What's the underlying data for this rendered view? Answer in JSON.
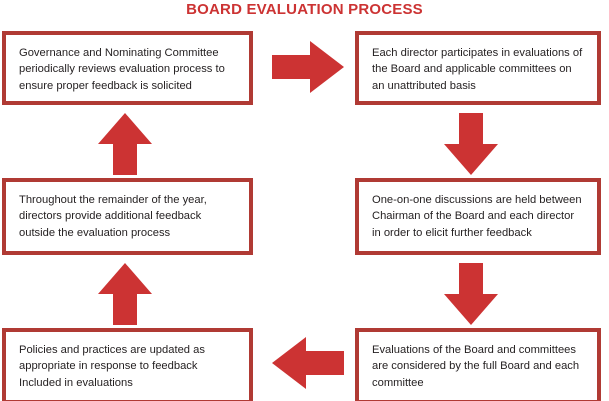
{
  "page": {
    "title": "BOARD EVALUATION PROCESS",
    "title_color": "#cc3333",
    "accent_color": "#b03a34",
    "arrow_color": "#cc3333",
    "background": "#ffffff",
    "text_color": "#231f20"
  },
  "boxes": [
    {
      "id": "governance-committee-review",
      "position": "top-left",
      "text": "Governance and Nominating Committee periodically reviews evaluation process to ensure proper feedback is solicited"
    },
    {
      "id": "director-participation",
      "position": "top-right",
      "text": "Each director participates in evaluations of the Board and applicable committees on an unattributed basis"
    },
    {
      "id": "ongoing-feedback",
      "position": "middle-left",
      "text": "Throughout the remainder of the year, directors provide additional feedback outside the evaluation process"
    },
    {
      "id": "one-on-one-discussions",
      "position": "middle-right",
      "text": "One-on-one discussions are held between Chairman of the Board and each director in order to elicit further feedback"
    },
    {
      "id": "policies-updated",
      "position": "bottom-left",
      "text": "Policies and practices are updated as appropriate in response to feedback Included in evaluations"
    },
    {
      "id": "board-consideration",
      "position": "bottom-right",
      "text": "Evaluations of the Board and committees are considered by the full Board and each committee"
    }
  ],
  "arrows": [
    {
      "id": "arrow-top-right",
      "direction": "right",
      "from": "governance-committee-review",
      "to": "director-participation"
    },
    {
      "id": "arrow-right-upper",
      "direction": "down",
      "from": "director-participation",
      "to": "one-on-one-discussions"
    },
    {
      "id": "arrow-right-lower",
      "direction": "down",
      "from": "one-on-one-discussions",
      "to": "board-consideration"
    },
    {
      "id": "arrow-bottom-left",
      "direction": "left",
      "from": "board-consideration",
      "to": "policies-updated"
    },
    {
      "id": "arrow-left-lower",
      "direction": "up",
      "from": "policies-updated",
      "to": "ongoing-feedback"
    },
    {
      "id": "arrow-left-upper",
      "direction": "up",
      "from": "ongoing-feedback",
      "to": "governance-committee-review"
    }
  ]
}
